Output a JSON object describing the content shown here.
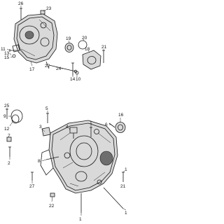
{
  "diagram": {
    "callouts": [
      "26",
      "23",
      "19",
      "20",
      "18",
      "11",
      "15",
      "13",
      "21",
      "17",
      "22",
      "24",
      "14",
      "10",
      "25",
      "9",
      "12",
      "4",
      "1",
      "5",
      "3",
      "16",
      "6",
      "2",
      "8",
      "7",
      "27",
      "1",
      "21",
      "1",
      "22",
      "1"
    ],
    "colors": {
      "line": "#1a1a1a",
      "shade": "#d9d9d9",
      "dark": "#6e6e6e"
    }
  }
}
